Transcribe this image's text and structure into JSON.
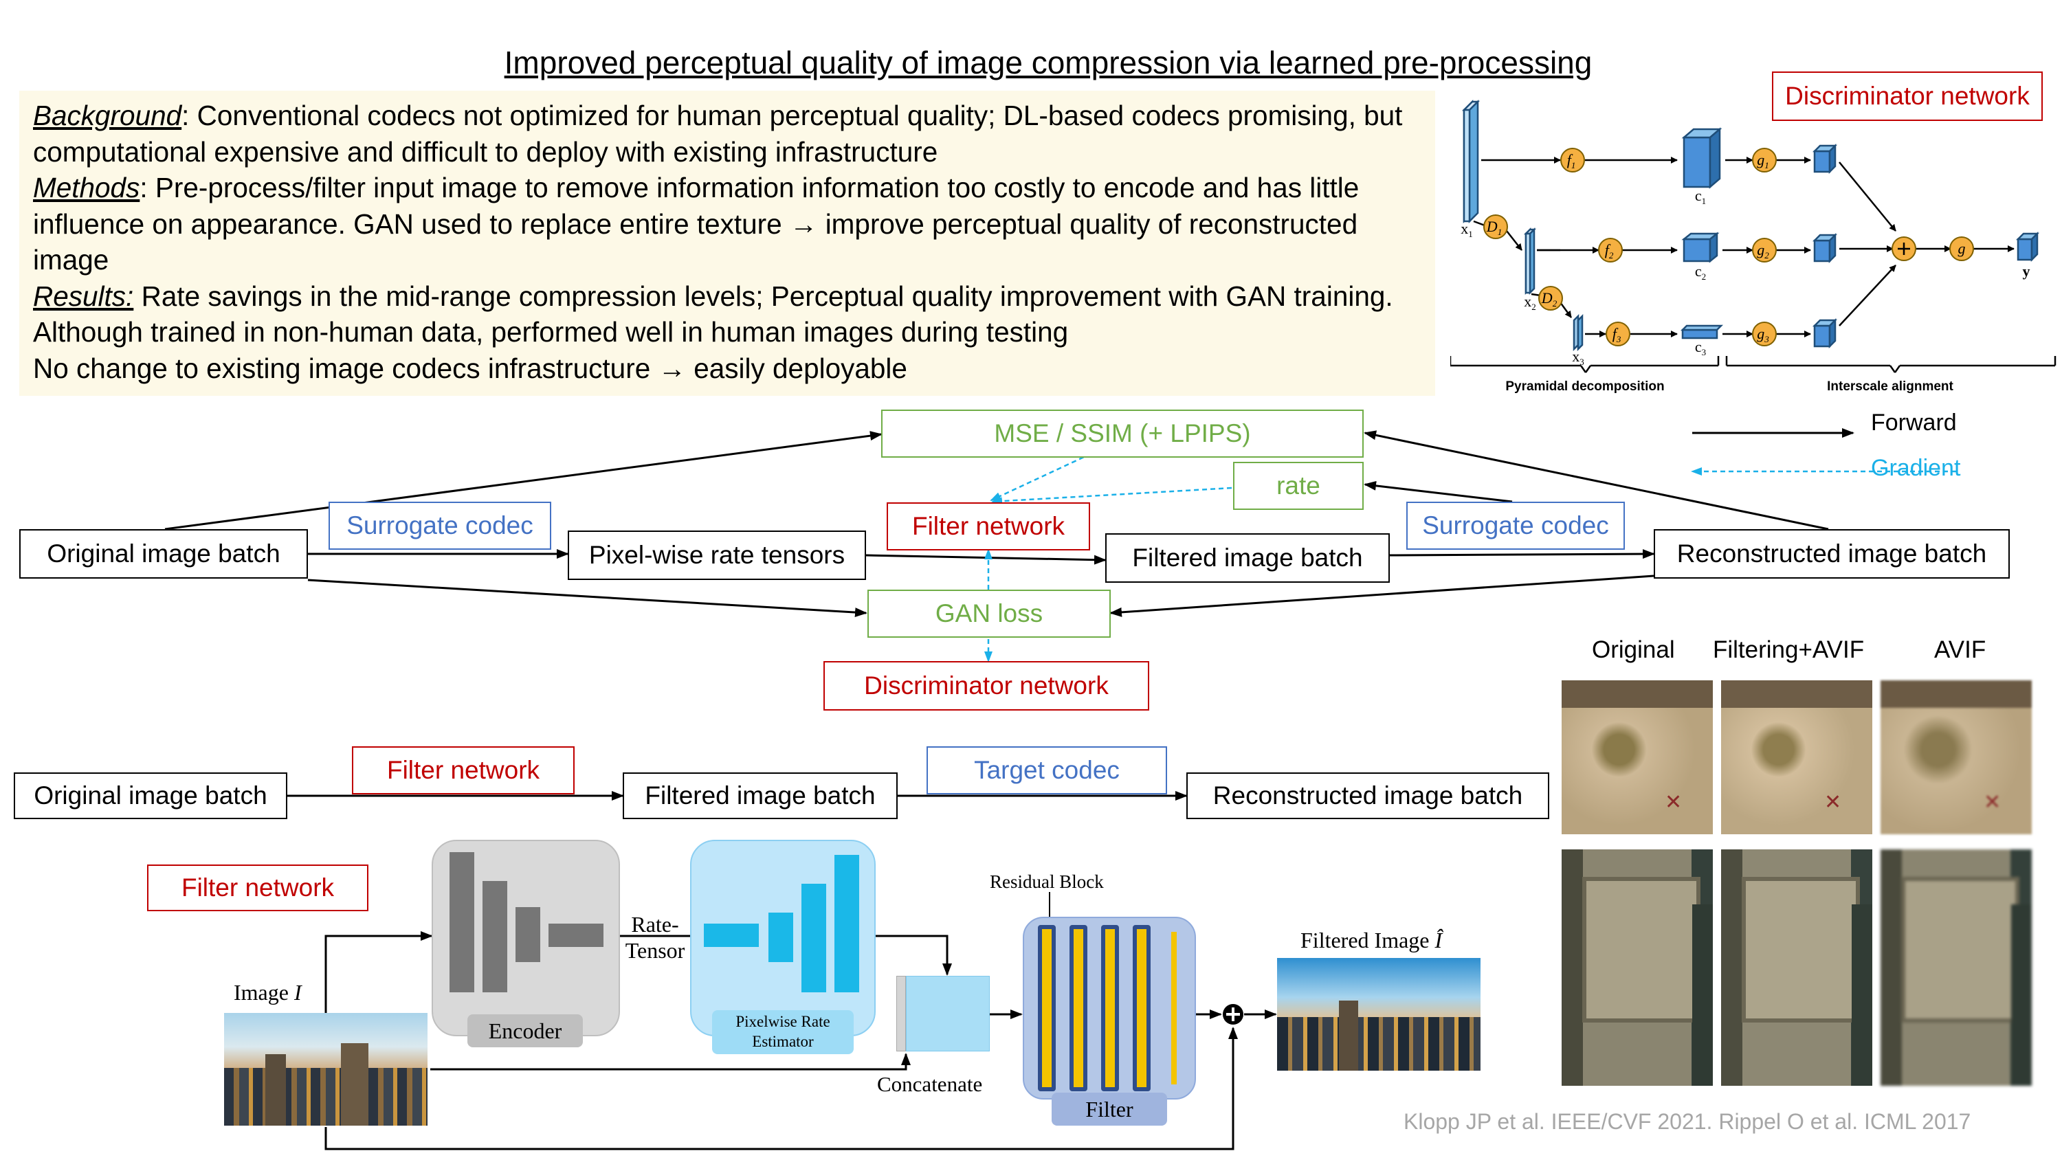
{
  "title": "Improved perceptual quality of image compression via learned pre-processing",
  "summary": {
    "background_label": "Background",
    "background_text": ": Conventional codecs not optimized for human perceptual quality; DL-based codecs promising, but computational expensive and difficult to deploy with existing infrastructure",
    "methods_label": "Methods",
    "methods_text": ": Pre-process/filter input image to remove information information too costly to encode and has little influence on appearance. GAN used to replace entire texture → improve perceptual quality of reconstructed image",
    "results_label": "Results:",
    "results_text": " Rate savings in the mid-range compression levels; Perceptual quality improvement with GAN training. Although trained in non-human data, performed well in human images during testing",
    "conclusion_text": "No change to existing image codecs infrastructure → easily deployable"
  },
  "discriminator_figure": {
    "title": "Discriminator network",
    "x1": "x",
    "x2": "x",
    "x3": "x",
    "d1": "D",
    "d2": "D",
    "f1": "f",
    "f2": "f",
    "f3": "f",
    "g1": "g",
    "g2": "g",
    "g3": "g",
    "g": "g",
    "c1": "c",
    "c2": "c",
    "c3": "c",
    "y": "y",
    "sub1": "1",
    "sub2": "2",
    "sub3": "3",
    "caption_left": "Pyramidal decomposition",
    "caption_right": "Interscale alignment"
  },
  "training": {
    "metric": "MSE / SSIM (+ LPIPS)",
    "rate": "rate",
    "original": "Original image batch",
    "surrogate1": "Surrogate codec",
    "rate_tensors": "Pixel-wise rate tensors",
    "filter": "Filter network",
    "filtered": "Filtered image batch",
    "surrogate2": "Surrogate codec",
    "reconstructed": "Reconstructed image batch",
    "gan": "GAN loss",
    "discriminator": "Discriminator network"
  },
  "legend": {
    "forward": "Forward",
    "gradient": "Gradient"
  },
  "inference": {
    "original": "Original image batch",
    "filter": "Filter network",
    "filtered": "Filtered image batch",
    "target": "Target codec",
    "reconstructed": "Reconstructed image batch"
  },
  "architecture": {
    "label": "Filter network",
    "image_in": "Image",
    "image_in_var": "I",
    "encoder": "Encoder",
    "rate_tensor": "Rate-\nTensor",
    "estimator": "Pixelwise Rate\nEstimator",
    "concatenate": "Concatenate",
    "residual": "Residual Block",
    "filter": "Filter",
    "filtered_out": "Filtered Image",
    "filtered_out_var": "Î"
  },
  "comparison": {
    "headers": [
      "Original",
      "Filtering+AVIF",
      "AVIF"
    ]
  },
  "citation": "Klopp JP et al. IEEE/CVF 2021. Rippel O et al. ICML 2017",
  "colors": {
    "red": "#c00000",
    "green": "#70ad47",
    "blue": "#4472c4",
    "gradient": "#1ab0e8",
    "summary_bg": "#fdf9e7"
  }
}
